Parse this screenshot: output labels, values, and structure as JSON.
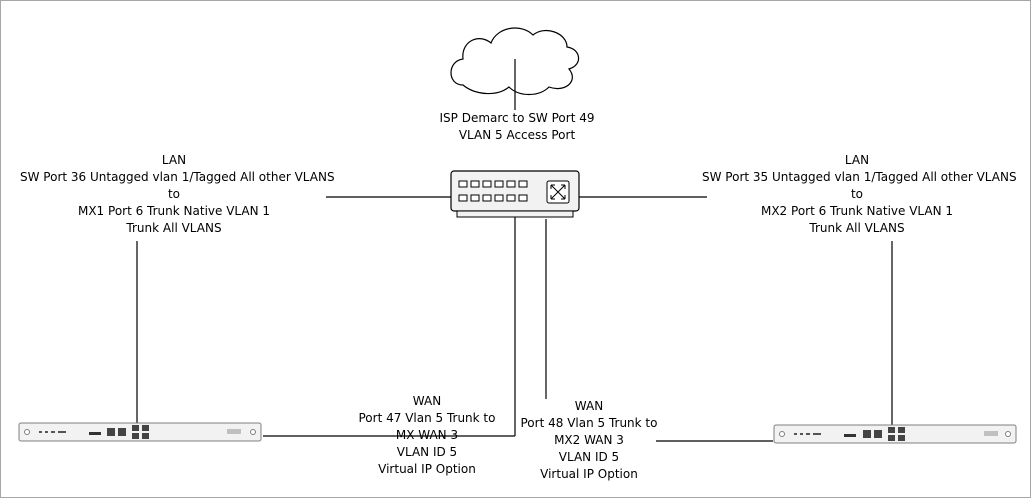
{
  "labels": {
    "isp": [
      "ISP Demarc to SW Port 49",
      "VLAN 5 Access Port"
    ],
    "lan_left": [
      "LAN",
      "SW Port 36 Untagged vlan 1/Tagged All other VLANS",
      "to",
      "MX1 Port 6 Trunk Native VLAN 1",
      "Trunk All VLANS"
    ],
    "lan_right": [
      "LAN",
      "SW Port 35 Untagged vlan 1/Tagged All other VLANS",
      "to",
      "MX2 Port 6 Trunk Native VLAN 1",
      "Trunk All VLANS"
    ],
    "wan_left": [
      "WAN",
      "Port 47 Vlan 5 Trunk to",
      "MX WAN 3",
      "VLAN ID 5",
      "Virtual IP Option"
    ],
    "wan_right": [
      "WAN",
      "Port 48 Vlan 5 Trunk to",
      "MX2 WAN 3",
      "VLAN ID 5",
      "Virtual IP Option"
    ]
  },
  "colors": {
    "line": "#000000",
    "device_body": "#f2f2f2",
    "device_edge": "#7f7f7f",
    "border": "#a6a6a6"
  },
  "icons": {
    "cloud": "cloud-icon",
    "switch": "switch-icon",
    "mx_left": "mx-appliance-icon",
    "mx_right": "mx-appliance-icon"
  }
}
